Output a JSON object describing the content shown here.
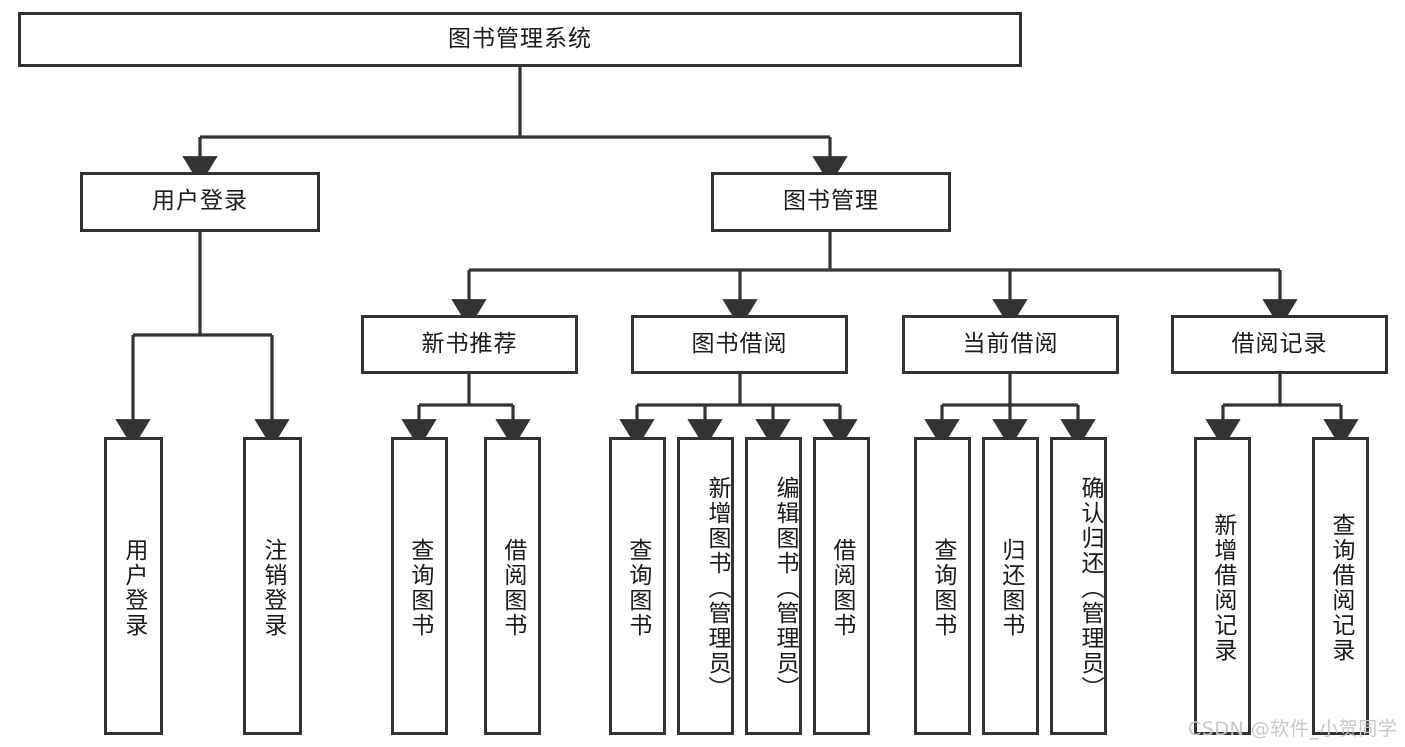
{
  "diagram": {
    "title": "图书管理系统",
    "type": "tree-hierarchy-diagram",
    "colors": {
      "stroke": "#333333",
      "fill": "#ffffff",
      "text": "#1a1a1a",
      "watermark": "#c7c7c7"
    },
    "root": {
      "label": "图书管理系统"
    },
    "level2": [
      {
        "label": "用户登录"
      },
      {
        "label": "图书管理"
      }
    ],
    "level3": [
      {
        "label": "新书推荐"
      },
      {
        "label": "图书借阅"
      },
      {
        "label": "当前借阅"
      },
      {
        "label": "借阅记录"
      }
    ],
    "leaves": {
      "user_login": [
        {
          "label": "用户登录"
        },
        {
          "label": "注销登录"
        }
      ],
      "new_book_recommend": [
        {
          "label": "查询图书"
        },
        {
          "label": "借阅图书"
        }
      ],
      "book_borrow": [
        {
          "label": "查询图书"
        },
        {
          "label": "新增图书（管理员）"
        },
        {
          "label": "编辑图书（管理员）"
        },
        {
          "label": "借阅图书"
        }
      ],
      "current_borrow": [
        {
          "label": "查询图书"
        },
        {
          "label": "归还图书"
        },
        {
          "label": "确认归还（管理员）"
        }
      ],
      "borrow_record": [
        {
          "label": "新增借阅记录"
        },
        {
          "label": "查询借阅记录"
        }
      ]
    }
  },
  "watermark": {
    "text": "CSDN @软件_小贺同学"
  }
}
